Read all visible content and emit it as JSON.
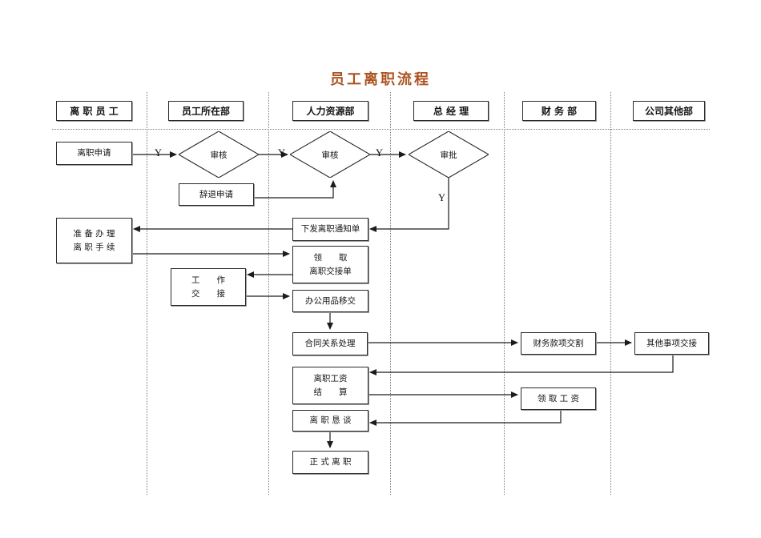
{
  "title": {
    "text": "员工离职流程",
    "color": "#ad5321"
  },
  "lanes": [
    {
      "label": "离 职 员 工"
    },
    {
      "label": "员工所在部"
    },
    {
      "label": "人力资源部"
    },
    {
      "label": "总 经 理"
    },
    {
      "label": "财 务 部"
    },
    {
      "label": "公司其他部"
    }
  ],
  "nodes": {
    "resign_request": {
      "label": "离职申请"
    },
    "dept_review": {
      "label": "审核"
    },
    "hr_review": {
      "label": "审核"
    },
    "gm_approve": {
      "label": "审批"
    },
    "dismiss_request": {
      "label": "辞退申请"
    },
    "issue_notice": {
      "label": "下发离职通知单"
    },
    "prepare": {
      "line1": "准 备 办 理",
      "line2": "离 职 手 续"
    },
    "handover_form": {
      "line1": "领　　取",
      "line2": "离职交接单"
    },
    "work_handover": {
      "line1": "工　　作",
      "line2": "交　　接"
    },
    "office_supplies": {
      "label": "办公用品移交"
    },
    "contract_handling": {
      "label": "合同关系处理"
    },
    "finance_settlement": {
      "label": "财务款项交割"
    },
    "other_matters": {
      "label": "其他事项交接"
    },
    "salary_settlement": {
      "line1": "离职工资",
      "line2": "结　　算"
    },
    "collect_salary": {
      "label": "领 取 工 资"
    },
    "exit_interview": {
      "label": "离 职 恳 谈"
    },
    "formal_resignation": {
      "label": "正 式 离 职"
    }
  },
  "edge_labels": {
    "approve1": "Y",
    "approve2": "Y",
    "approve3": "Y",
    "approve4": "Y"
  }
}
